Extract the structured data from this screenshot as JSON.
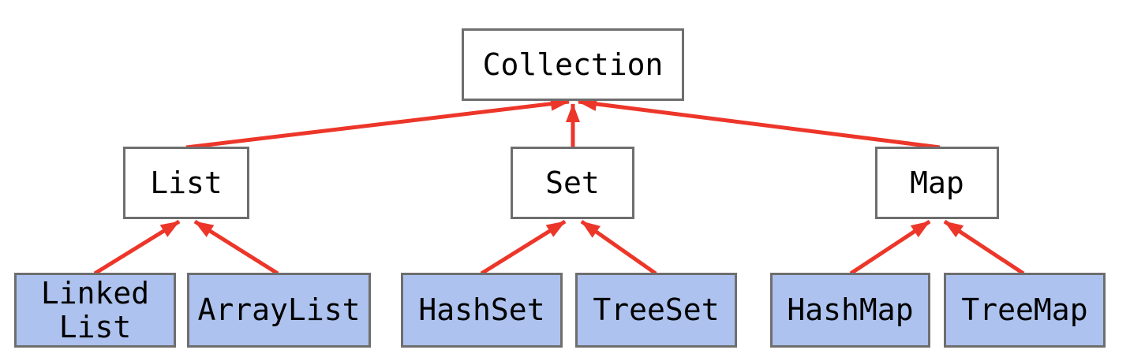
{
  "diagram": {
    "type": "class-hierarchy",
    "nodes": {
      "collection": {
        "label": "Collection"
      },
      "list": {
        "label": "List"
      },
      "set": {
        "label": "Set"
      },
      "map": {
        "label": "Map"
      },
      "linkedlist": {
        "label": "Linked List",
        "line1": "Linked",
        "line2": "List"
      },
      "arraylist": {
        "label": "ArrayList"
      },
      "hashset": {
        "label": "HashSet"
      },
      "treeset": {
        "label": "TreeSet"
      },
      "hashmap": {
        "label": "HashMap"
      },
      "treemap": {
        "label": "TreeMap"
      }
    },
    "edges": [
      {
        "from": "List",
        "to": "Collection"
      },
      {
        "from": "Set",
        "to": "Collection"
      },
      {
        "from": "Map",
        "to": "Collection"
      },
      {
        "from": "Linked List",
        "to": "List"
      },
      {
        "from": "ArrayList",
        "to": "List"
      },
      {
        "from": "HashSet",
        "to": "Set"
      },
      {
        "from": "TreeSet",
        "to": "Set"
      },
      {
        "from": "HashMap",
        "to": "Map"
      },
      {
        "from": "TreeMap",
        "to": "Map"
      }
    ]
  },
  "colors": {
    "arrow": "#ed362a",
    "box_border": "#6e6e6e",
    "leaf_fill": "#adc2ee",
    "node_fill": "#ffffff",
    "text": "#000000",
    "background": "#ffffff"
  }
}
